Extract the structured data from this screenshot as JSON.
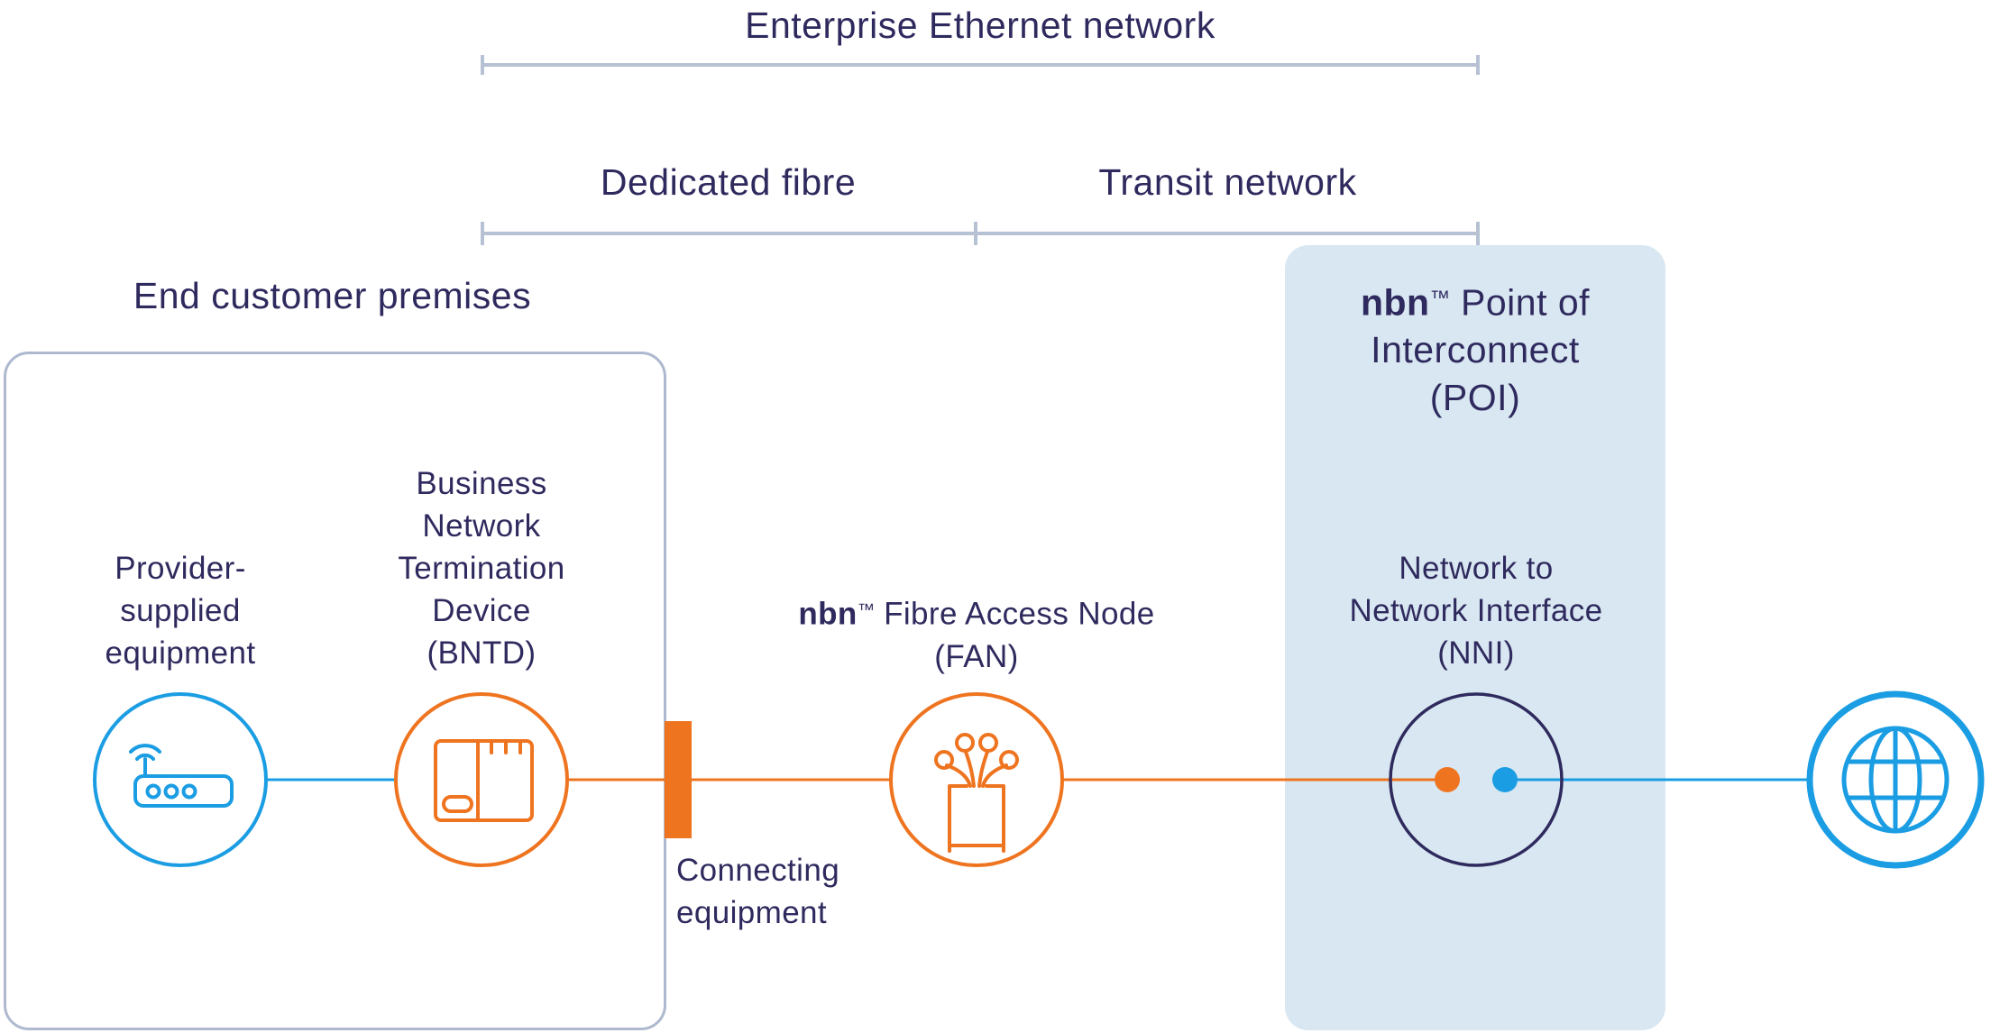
{
  "colors": {
    "navy": "#2f2a5e",
    "blue": "#1b9de3",
    "orange": "#ef7420",
    "band": "#d8e7f1",
    "bracket": "#b6c1d4",
    "box_border": "#aeb9cf"
  },
  "header": {
    "title": "Enterprise Ethernet network"
  },
  "segments": {
    "dedicated": "Dedicated fibre",
    "transit": "Transit network"
  },
  "premises": {
    "title": "End customer premises"
  },
  "nodes": {
    "provider": {
      "lines": [
        "Provider-",
        "supplied",
        "equipment"
      ]
    },
    "bntd": {
      "lines": [
        "Business",
        "Network",
        "Termination",
        "Device",
        "(BNTD)"
      ]
    },
    "connecting": {
      "lines": [
        "Connecting",
        "equipment"
      ]
    },
    "fan": {
      "brand": "nbn",
      "tm": "™",
      "rest": " Fibre Access Node",
      "line2": "(FAN)"
    },
    "poi": {
      "brand": "nbn",
      "tm": "™",
      "rest": " Point of",
      "line2": "Interconnect",
      "line3": "(POI)"
    },
    "nni": {
      "lines": [
        "Network to",
        "Network Interface",
        "(NNI)"
      ]
    }
  },
  "icons": {
    "router": "router-icon",
    "bntd": "ntd-device-icon",
    "fan": "fibre-bundle-icon",
    "nni": "interconnect-dots-icon",
    "internet": "globe-icon"
  }
}
